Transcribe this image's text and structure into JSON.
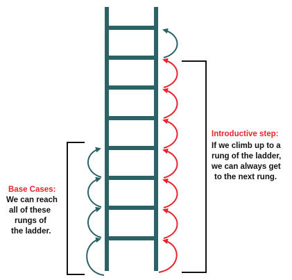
{
  "colors": {
    "ladder": "#2b6266",
    "arrow_dark": "#2b6266",
    "arrow_red": "#e8242c",
    "bracket": "#111111",
    "text_dark": "#111111",
    "text_red": "#e8242c"
  },
  "inductive": {
    "title": "Introductive step:",
    "lines": [
      "If we climb up to a",
      "rung of the ladder,",
      "we can always get",
      "to the next rung."
    ]
  },
  "base": {
    "title": "Base Cases:",
    "lines": [
      "We can reach",
      "all of these",
      "rungs of",
      "the ladder."
    ]
  }
}
